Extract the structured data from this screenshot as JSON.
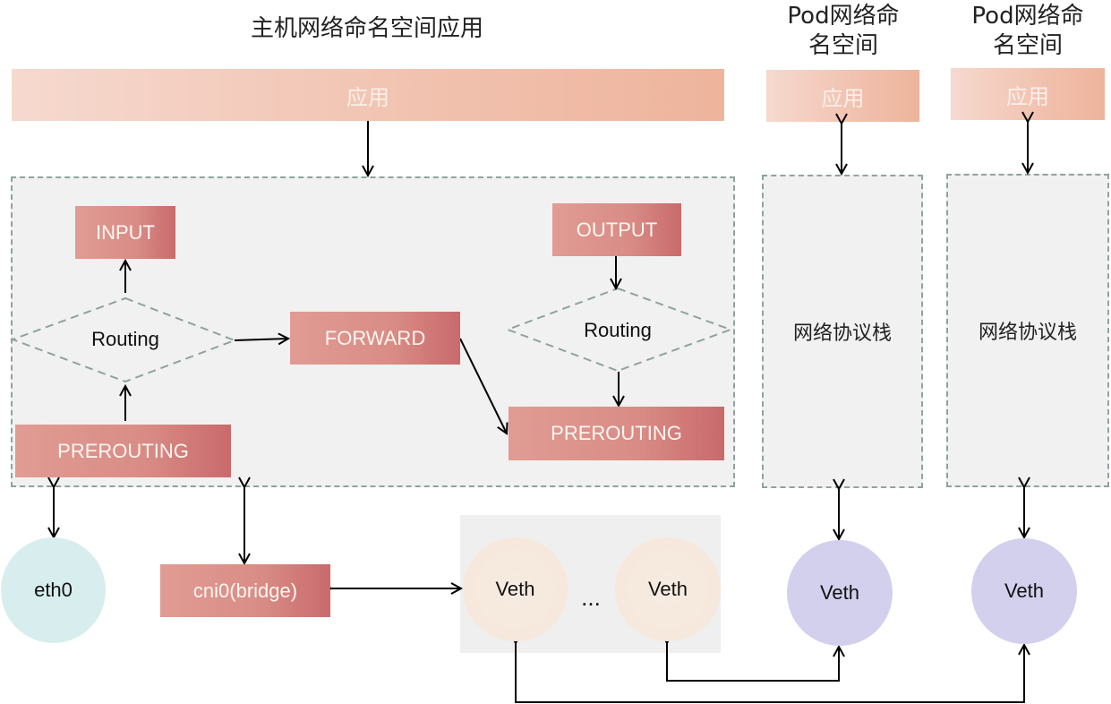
{
  "host": {
    "title": "主机网络命名空间应用",
    "app_label": "应用",
    "hooks": {
      "input": "INPUT",
      "output": "OUTPUT",
      "forward": "FORWARD",
      "prerouting_left": "PREROUTING",
      "prerouting_right": "PREROUTING"
    },
    "routing_left": "Routing",
    "routing_right": "Routing",
    "eth0": "eth0",
    "bridge": "cni0(bridge)",
    "veth_left": "Veth",
    "veth_right": "Veth",
    "ellipsis": "..."
  },
  "pods": [
    {
      "title_line1": "Pod网络命",
      "title_line2": "名空间",
      "app_label": "应用",
      "stack_label": "网络协议栈",
      "veth": "Veth"
    },
    {
      "title_line1": "Pod网络命",
      "title_line2": "名空间",
      "app_label": "应用",
      "stack_label": "网络协议栈",
      "veth": "Veth"
    }
  ],
  "colors": {
    "hook": "#d98c86",
    "app": "#f1c1ae",
    "eth0": "#d8eeee",
    "host_veth": "#f6e8dc",
    "pod_veth": "#d3d0ee",
    "zone_border": "#8fa39e"
  }
}
